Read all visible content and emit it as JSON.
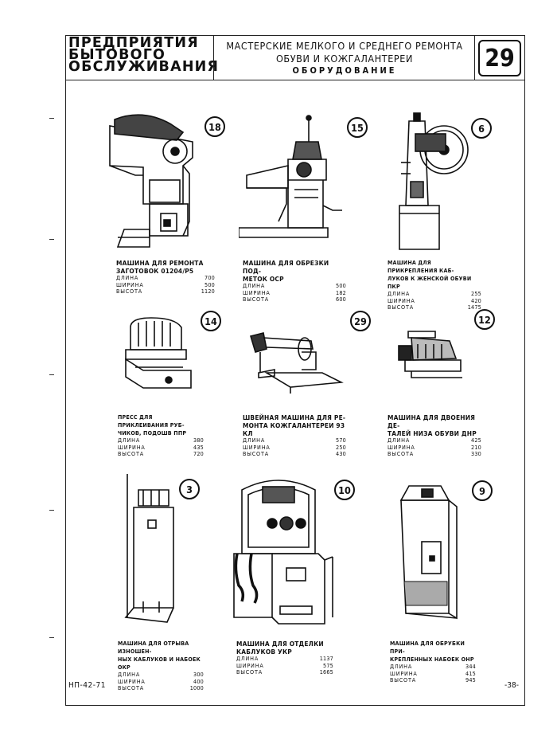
{
  "header": {
    "org_line1": "ПРЕДПРИЯТИЯ",
    "org_line2": "БЫТОВОГО",
    "org_line3": "ОБСЛУЖИВАНИЯ",
    "title_line1": "МАСТЕРСКИЕ МЕЛКОГО И СРЕДНЕГО РЕМОНТА",
    "title_line2": "ОБУВИ И КОЖГАЛАНТЕРЕИ",
    "subtitle": "ОБОРУДОВАНИЕ",
    "sheet_number": "29"
  },
  "machines": [
    {
      "num": "18",
      "title1": "МАШИНА ДЛЯ РЕМОНТА",
      "title2": "ЗАГОТОВОК 01204/Р5",
      "dims": [
        {
          "label": "ДЛИНА",
          "value": "700"
        },
        {
          "label": "ШИРИНА",
          "value": "500"
        },
        {
          "label": "ВЫСОТА",
          "value": "1120"
        }
      ]
    },
    {
      "num": "15",
      "title1": "МАШИНА ДЛЯ ОБРЕЗКИ ПОД-",
      "title2": "МЕТОК ОСР",
      "dims": [
        {
          "label": "ДЛИНА",
          "value": "500"
        },
        {
          "label": "ШИРИНА",
          "value": "182"
        },
        {
          "label": "ВЫСОТА",
          "value": "600"
        }
      ]
    },
    {
      "num": "6",
      "title1": "МАШИНА ДЛЯ ПРИКРЕПЛЕНИЯ КАБ-",
      "title2": "ЛУКОВ К ЖЕНСКОЙ ОБУВИ ПКР",
      "dims": [
        {
          "label": "ДЛИНА",
          "value": "255"
        },
        {
          "label": "ШИРИНА",
          "value": "420"
        },
        {
          "label": "ВЫСОТА",
          "value": "1475"
        }
      ]
    },
    {
      "num": "14",
      "title1": "ПРЕСС ДЛЯ ПРИКЛЕИВАНИЯ РУБ-",
      "title2": "ЧИКОВ, ПОДОШВ ППР",
      "dims": [
        {
          "label": "ДЛИНА",
          "value": "380"
        },
        {
          "label": "ШИРИНА",
          "value": "435"
        },
        {
          "label": "ВЫСОТА",
          "value": "720"
        }
      ]
    },
    {
      "num": "29",
      "title1": "ШВЕЙНАЯ МАШИНА ДЛЯ РЕ-",
      "title2": "МОНТА КОЖГАЛАНТЕРЕИ 93 КЛ",
      "dims": [
        {
          "label": "ДЛИНА",
          "value": "570"
        },
        {
          "label": "ШИРИНА",
          "value": "250"
        },
        {
          "label": "ВЫСОТА",
          "value": "430"
        }
      ]
    },
    {
      "num": "12",
      "title1": "МАШИНА ДЛЯ ДВОЕНИЯ ДЕ-",
      "title2": "ТАЛЕЙ НИЗА ОБУВИ ДНР",
      "dims": [
        {
          "label": "ДЛИНА",
          "value": "425"
        },
        {
          "label": "ШИРИНА",
          "value": "210"
        },
        {
          "label": "ВЫСОТА",
          "value": "330"
        }
      ]
    },
    {
      "num": "3",
      "title1": "МАШИНА ДЛЯ ОТРЫВА ИЗНОШЕН-",
      "title2": "НЫХ КАБЛУКОВ И НАБОЕК ОКР",
      "dims": [
        {
          "label": "ДЛИНА",
          "value": "300"
        },
        {
          "label": "ШИРИНА",
          "value": "400"
        },
        {
          "label": "ВЫСОТА",
          "value": "1000"
        }
      ]
    },
    {
      "num": "10",
      "title1": "МАШИНА ДЛЯ ОТДЕЛКИ",
      "title2": "КАБЛУКОВ УКР",
      "dims": [
        {
          "label": "ДЛИНА",
          "value": "1137"
        },
        {
          "label": "ШИРИНА",
          "value": "575"
        },
        {
          "label": "ВЫСОТА",
          "value": "1665"
        }
      ]
    },
    {
      "num": "9",
      "title1": "МАШИНА ДЛЯ ОБРУБКИ ПРИ-",
      "title2": "КРЕПЛЕННЫХ НАБОЕК ОНР",
      "dims": [
        {
          "label": "ДЛИНА",
          "value": "344"
        },
        {
          "label": "ШИРИНА",
          "value": "415"
        },
        {
          "label": "ВЫСОТА",
          "value": "945"
        }
      ]
    }
  ],
  "footer": {
    "code": "НП-42-71",
    "page": "-38-"
  }
}
